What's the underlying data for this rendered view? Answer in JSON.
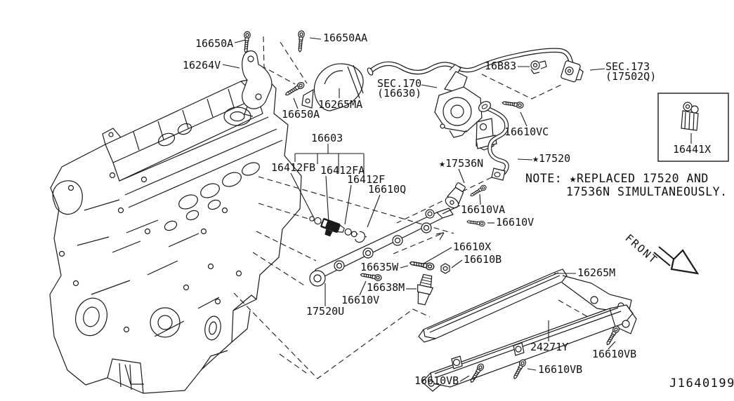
{
  "doc": {
    "id": "J1640199"
  },
  "front": "FRONT",
  "note": {
    "line1": "NOTE: ★REPLACED 17520 AND",
    "line2": "17536N SIMULTANEOUSLY."
  },
  "labels": {
    "l16650a_top": "16650A",
    "l16264v": "16264V",
    "l16650aa": "16650AA",
    "l16265ma": "16265MA",
    "l16650a_mid": "16650A",
    "sec170_line1": "SEC.170",
    "sec170_line2": "(16630)",
    "l16b83": "16B83",
    "sec173_line1": "SEC.173",
    "sec173_line2": "(17502Q)",
    "l16441x": "16441X",
    "l16610vc": "16610VC",
    "l17536n": "★17536N",
    "l17520": "★17520",
    "l16603": "16603",
    "l16412fb": "16412FB",
    "l16412fa": "16412FA",
    "l16412f": "16412F",
    "l16610q": "16610Q",
    "l16610va": "16610VA",
    "l16610v_right": "16610V",
    "l16610x": "16610X",
    "l16610b": "16610B",
    "l16635w": "16635W",
    "l16638m": "16638M",
    "l16610v_left": "16610V",
    "l17520u": "17520U",
    "l16265m": "16265M",
    "l24271y": "24271Y",
    "l16610vb_right": "16610VB",
    "l16610vb_mid": "16610VB",
    "l16610vb_left": "16610VB"
  }
}
